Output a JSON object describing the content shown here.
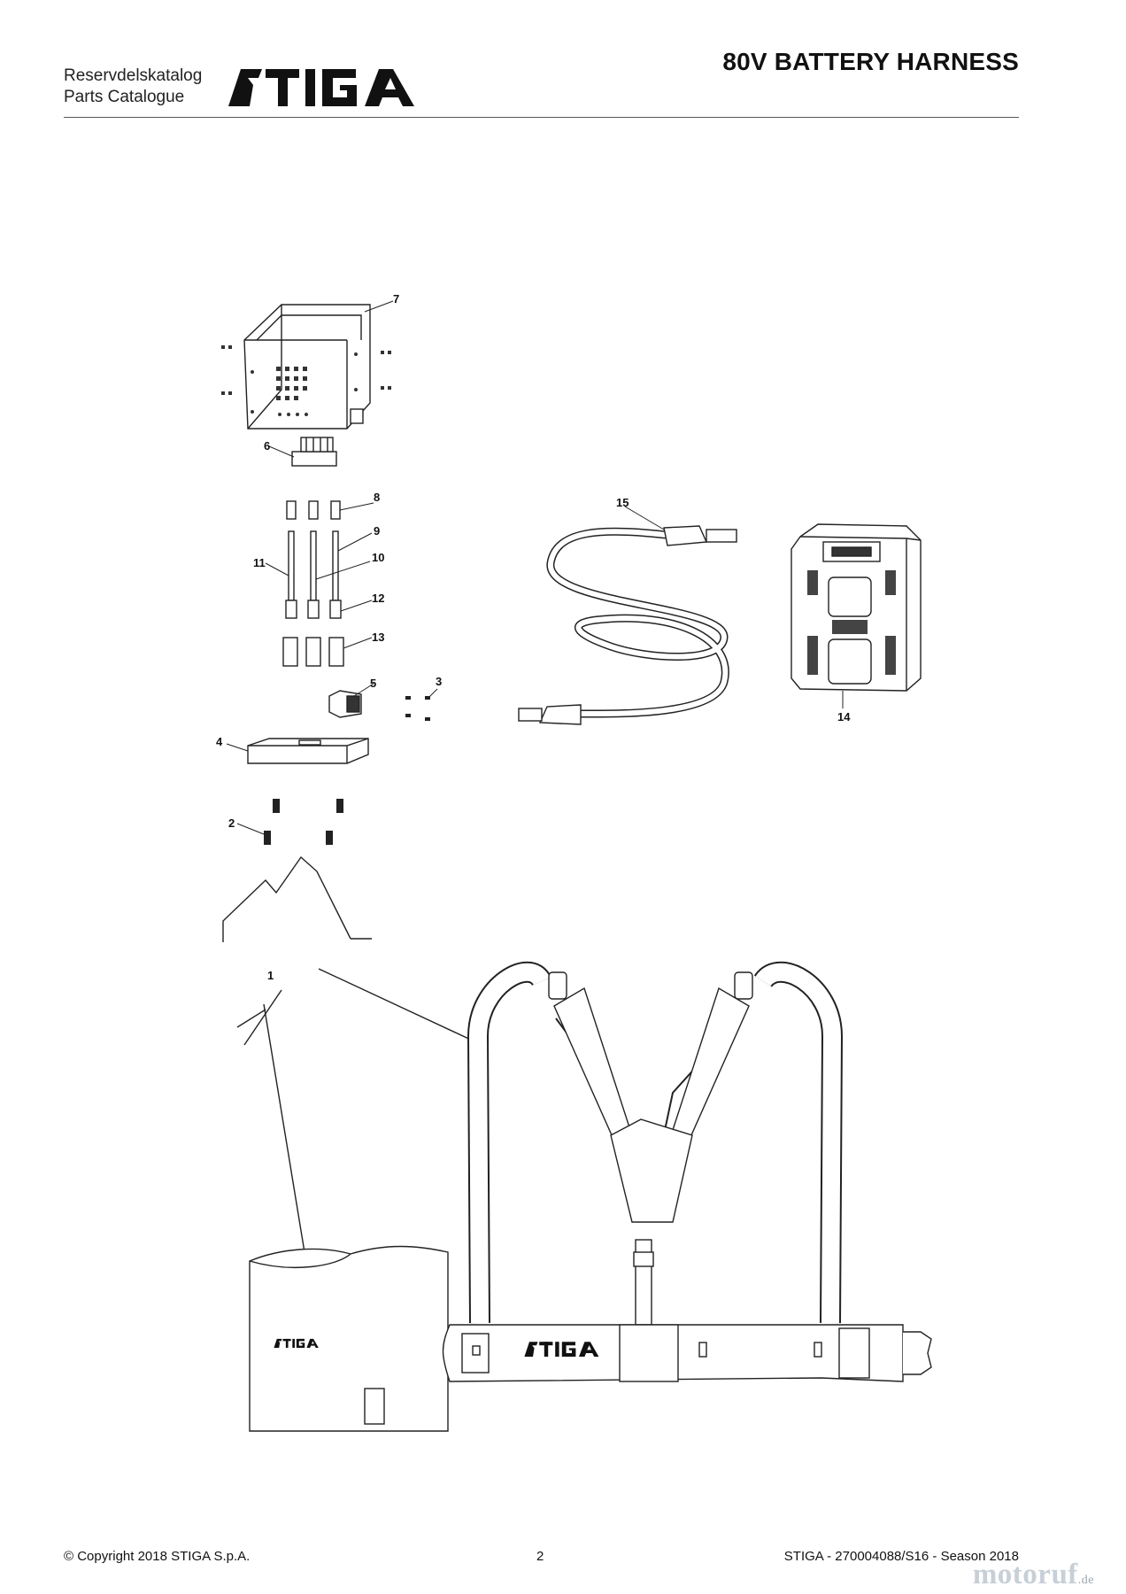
{
  "header": {
    "catalog_line1": "Reservdelskatalog",
    "catalog_line2": "Parts Catalogue",
    "brand": "STIGA",
    "title": "80V BATTERY HARNESS"
  },
  "callouts": [
    "1",
    "2",
    "3",
    "4",
    "5",
    "6",
    "7",
    "8",
    "9",
    "10",
    "11",
    "12",
    "13",
    "14",
    "15"
  ],
  "footer": {
    "copyright": "© Copyright 2018 STIGA S.p.A.",
    "page": "2",
    "reference": "STIGA - 270004088/S16 - Season 2018"
  },
  "watermark": {
    "main": "motoruf",
    "suffix": ".de"
  }
}
